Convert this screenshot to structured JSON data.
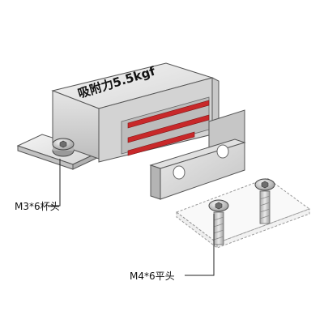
{
  "diagram": {
    "force_label": "吸附力5.5kgf",
    "callout_left": "M3*6杯头",
    "callout_bottom": "M4*6平头",
    "colors": {
      "metal_light": "#eeeeee",
      "metal_mid": "#d9d9d9",
      "metal_dark": "#b8b8b8",
      "outline": "#555555",
      "magnet_strip": "#c8282a",
      "leader_line": "#222222",
      "text": "#111111"
    }
  }
}
